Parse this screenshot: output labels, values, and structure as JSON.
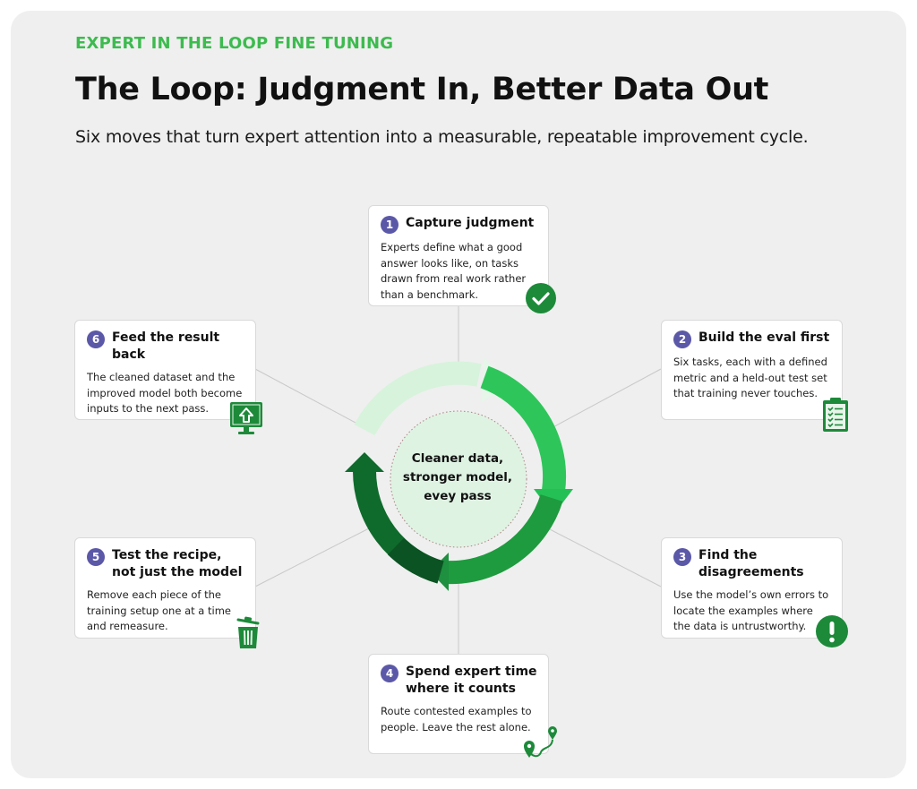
{
  "header": {
    "eyebrow": "EXPERT IN THE LOOP FINE TUNING",
    "title": "The Loop: Judgment In, Better Data Out",
    "subtitle": "Six moves that turn expert attention into a measurable, repeatable improvement cycle."
  },
  "center": {
    "line1": "Cleaner data,",
    "line2": "stronger model,",
    "line3": "evey pass"
  },
  "colors": {
    "accent_green": "#3dbb4f",
    "badge_purple": "#5b58a8",
    "icon_green": "#1d8a3a"
  },
  "steps": [
    {
      "number": "1",
      "title": "Capture judgment",
      "body": "Experts define what a good answer looks like, on tasks drawn from real work rather than a benchmark.",
      "icon": "checkmark-circle-icon"
    },
    {
      "number": "2",
      "title": "Build the eval first",
      "body": "Six tasks, each with a defined metric and a held-out test set that training never touches.",
      "icon": "clipboard-checklist-icon"
    },
    {
      "number": "3",
      "title": "Find the disagreements",
      "body": "Use the model’s own errors to locate the examples where the data is untrustworthy.",
      "icon": "exclamation-circle-icon"
    },
    {
      "number": "4",
      "title": "Spend expert time where it counts",
      "body": "Route contested examples to people. Leave the rest alone.",
      "icon": "route-pins-icon"
    },
    {
      "number": "5",
      "title": "Test the recipe, not just the model",
      "body": "Remove each piece of the training setup one at a time and remeasure.",
      "icon": "trash-can-icon"
    },
    {
      "number": "6",
      "title": "Feed the result back",
      "body": "The cleaned dataset and the improved model both become inputs to the next pass.",
      "icon": "upload-monitor-icon"
    }
  ]
}
